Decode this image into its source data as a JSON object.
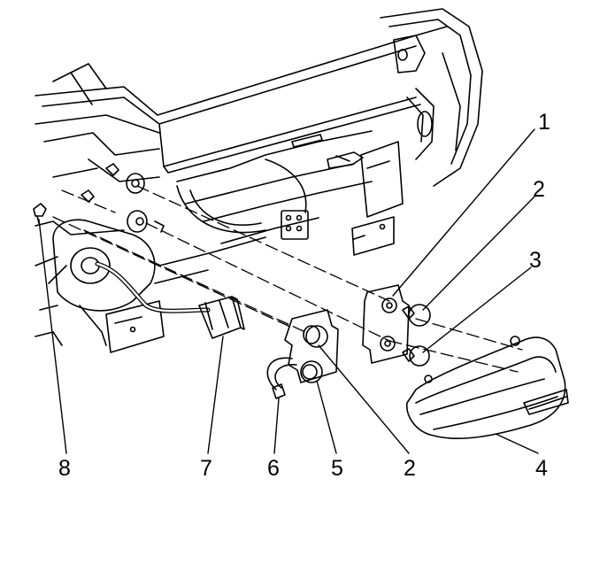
{
  "diagram": {
    "callouts": [
      {
        "id": "c1",
        "label": "1"
      },
      {
        "id": "c2a",
        "label": "2"
      },
      {
        "id": "c3",
        "label": "3"
      },
      {
        "id": "c4",
        "label": "4"
      },
      {
        "id": "c5",
        "label": "5"
      },
      {
        "id": "c6",
        "label": "6"
      },
      {
        "id": "c7",
        "label": "7"
      },
      {
        "id": "c8",
        "label": "8"
      },
      {
        "id": "c2b",
        "label": "2"
      }
    ]
  },
  "colors": {
    "line": "#000000",
    "background": "#ffffff"
  }
}
